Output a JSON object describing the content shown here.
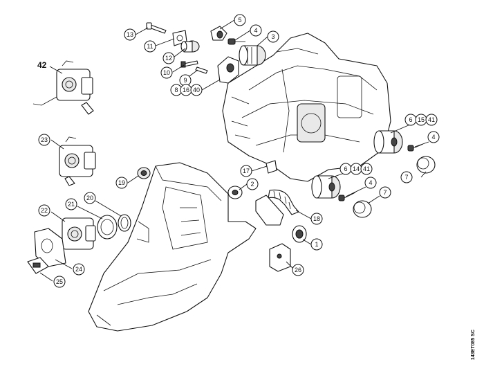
{
  "callouts": [
    "13",
    "11",
    "12",
    "5",
    "4",
    "3",
    "10",
    "9",
    "8",
    "16",
    "40",
    "42",
    "23",
    "19",
    "17",
    "2",
    "18",
    "6",
    "15",
    "41",
    "14",
    "1",
    "26",
    "20",
    "21",
    "22",
    "24",
    "25",
    "7"
  ],
  "drawing_code": "143ET085 SC"
}
